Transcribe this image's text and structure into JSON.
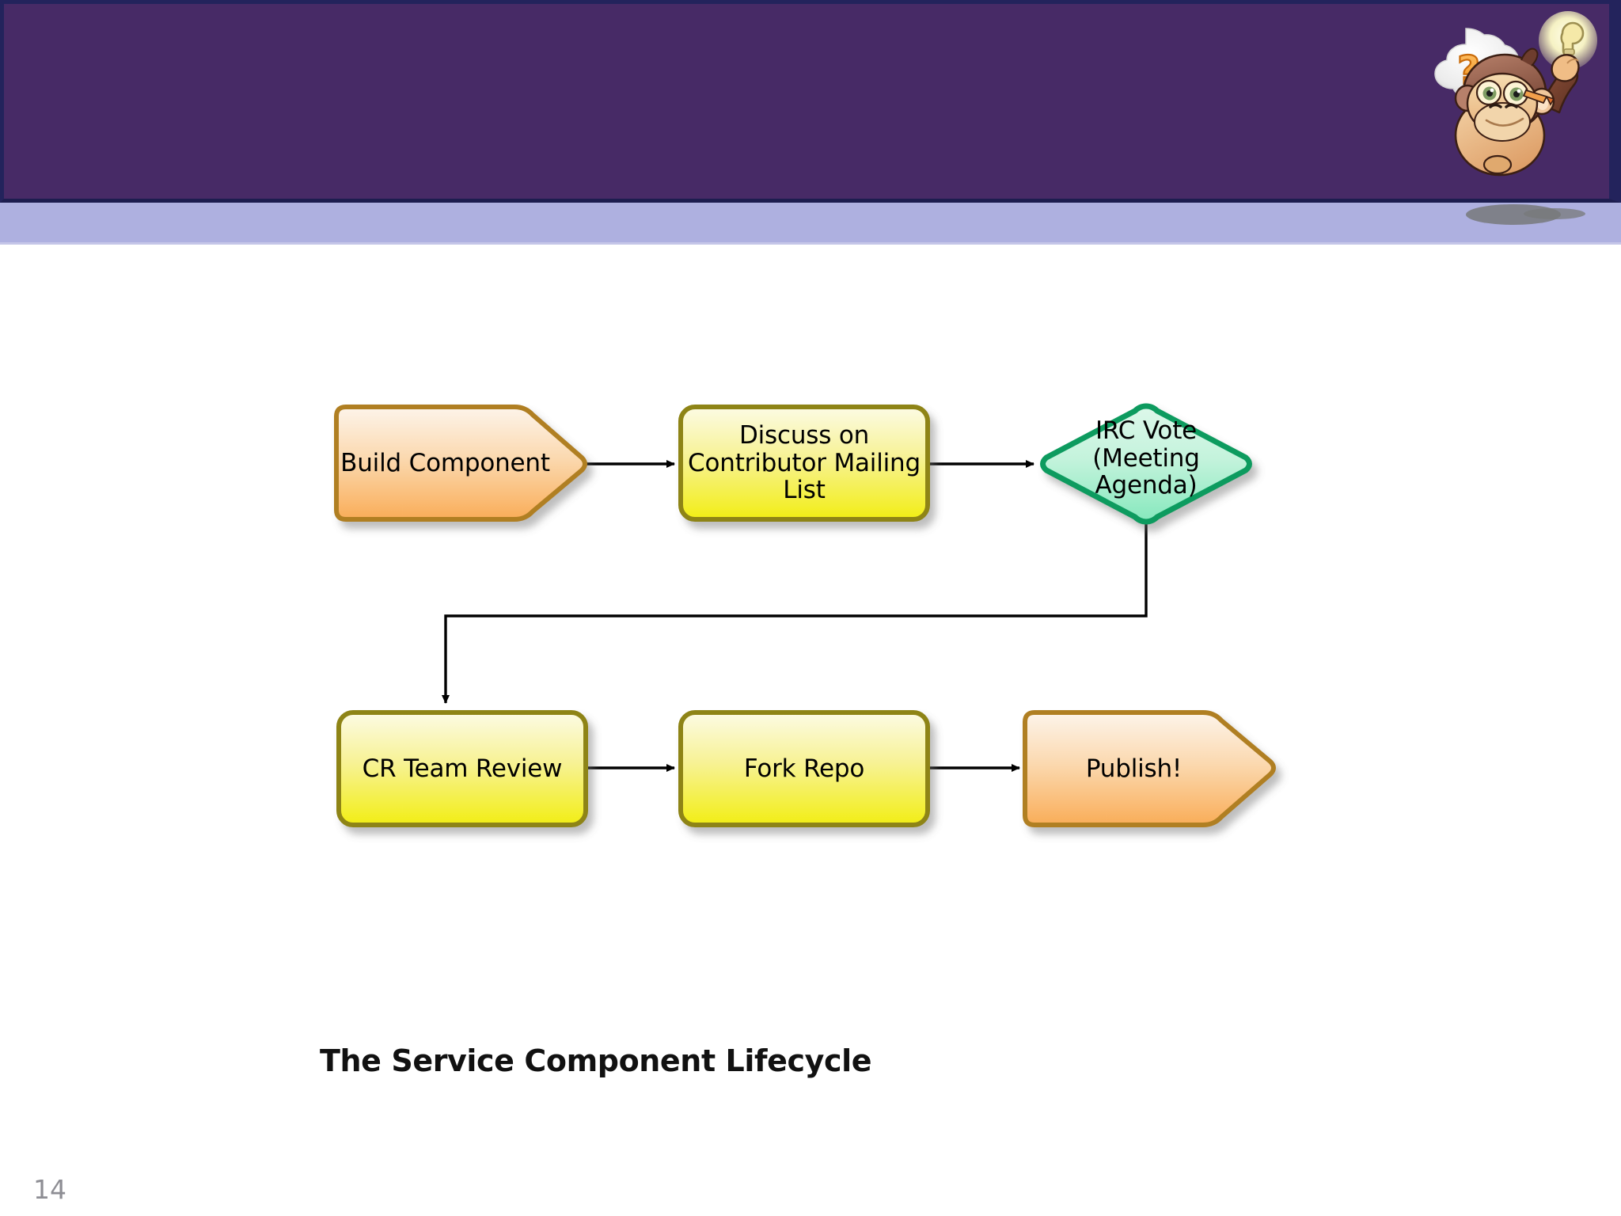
{
  "slide": {
    "page_number": "14",
    "caption": "The Service Component Lifecycle",
    "header": {
      "banner_color": "#472a66",
      "banner_border_color": "#23235c",
      "accent_band_color": "#aeb0e0",
      "mascot_name": "php-monkey-mascot",
      "mascot_thought_text": "?>",
      "mascot_idea_icon": "lightbulb-icon"
    }
  },
  "diagram": {
    "type": "flowchart",
    "title": "The Service Component Lifecycle",
    "colors": {
      "terminator_fill_top": "#fdf0e0",
      "terminator_fill_bottom": "#f8ad57",
      "terminator_stroke": "#b07f24",
      "process_fill_top": "#fbfae0",
      "process_fill_bottom": "#f2ee14",
      "process_stroke": "#8e8416",
      "decision_fill_top": "#d9f7e6",
      "decision_fill_bottom": "#85e8bd",
      "decision_stroke": "#0a9b5e",
      "connector_stroke": "#000000"
    },
    "nodes": [
      {
        "id": "build",
        "label": "Build Component",
        "shape": "pentagon-arrow",
        "style": "terminator",
        "row": 1,
        "order": 1
      },
      {
        "id": "discuss",
        "label": "Discuss on Contributor Mailing List",
        "shape": "rounded-rect",
        "style": "process",
        "row": 1,
        "order": 2
      },
      {
        "id": "vote",
        "label": "IRC Vote (Meeting Agenda)",
        "shape": "diamond",
        "style": "decision",
        "row": 1,
        "order": 3
      },
      {
        "id": "crreview",
        "label": "CR Team Review",
        "shape": "rounded-rect",
        "style": "process",
        "row": 2,
        "order": 1
      },
      {
        "id": "fork",
        "label": "Fork Repo",
        "shape": "rounded-rect",
        "style": "process",
        "row": 2,
        "order": 2
      },
      {
        "id": "publish",
        "label": "Publish!",
        "shape": "pentagon-arrow",
        "style": "terminator",
        "row": 2,
        "order": 3
      }
    ],
    "node_labels": {
      "build": "Build Component",
      "discuss_line1": "Discuss on",
      "discuss_line2": "Contributor Mailing",
      "discuss_line3": "List",
      "vote_line1": "IRC Vote",
      "vote_line2": "(Meeting",
      "vote_line3": "Agenda)",
      "crreview": "CR Team Review",
      "fork": "Fork Repo",
      "publish": "Publish!"
    },
    "edges": [
      {
        "from": "build",
        "to": "discuss",
        "kind": "straight",
        "arrow": true
      },
      {
        "from": "discuss",
        "to": "vote",
        "kind": "straight",
        "arrow": true
      },
      {
        "from": "vote",
        "to": "crreview",
        "kind": "elbow",
        "arrow": true
      },
      {
        "from": "crreview",
        "to": "fork",
        "kind": "straight",
        "arrow": true
      },
      {
        "from": "fork",
        "to": "publish",
        "kind": "straight",
        "arrow": true
      }
    ]
  }
}
